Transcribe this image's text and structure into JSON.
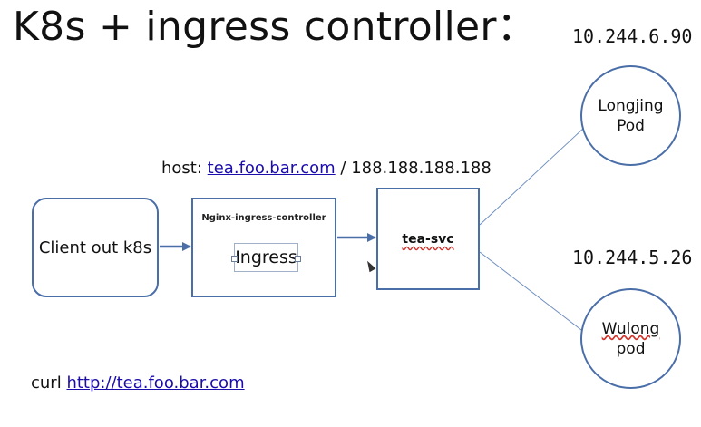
{
  "title": "K8s + ingress controller：",
  "ips": {
    "pod1_ip": "10.244.6.90",
    "pod2_ip": "10.244.5.26"
  },
  "host": {
    "prefix": "host: ",
    "domain": "tea.foo.bar.com",
    "separator": " / ",
    "address": "188.188.188.188"
  },
  "nodes": {
    "client": "Client out k8s",
    "nginx_controller": "Nginx-ingress-controller",
    "ingress": "Ingress",
    "service": "tea-svc",
    "pod1_line1": "Longjing",
    "pod1_line2": "Pod",
    "pod2_line1": "Wulong",
    "pod2_line2": "pod"
  },
  "curl": {
    "command": "curl ",
    "url": "http://tea.foo.bar.com"
  },
  "colors": {
    "stroke": "#4a6ea8",
    "link": "#1a0dab",
    "spellcheck": "#d0342c"
  }
}
